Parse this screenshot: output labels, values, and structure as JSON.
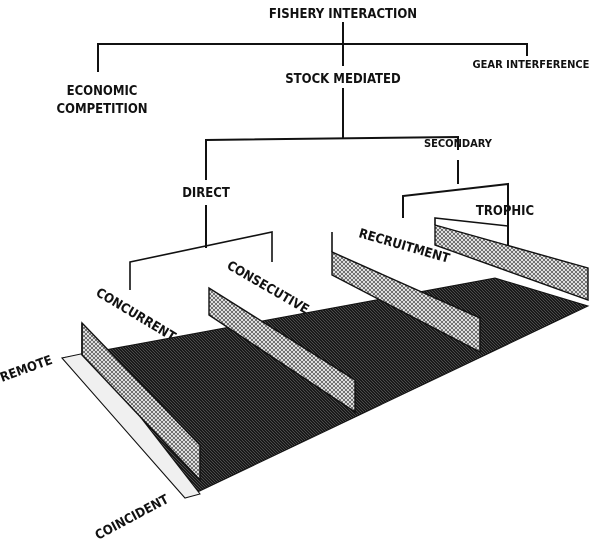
{
  "diagram": {
    "root": "FISHERY INTERACTION",
    "level1": {
      "economic": [
        "ECONOMIC",
        "COMPETITION"
      ],
      "stock": "STOCK MEDIATED",
      "gear": "GEAR INTERFERENCE"
    },
    "level2": {
      "direct": "DIRECT",
      "secondary": "SECONDARY"
    },
    "level3": {
      "concurrent": "CONCURRENT",
      "consecutive": "CONSECUTIVE",
      "recruitment": "RECRUITMENT",
      "trophic": "TROPHIC"
    },
    "axis": {
      "remote": "REMOTE",
      "coincident": "COINCIDENT"
    }
  }
}
